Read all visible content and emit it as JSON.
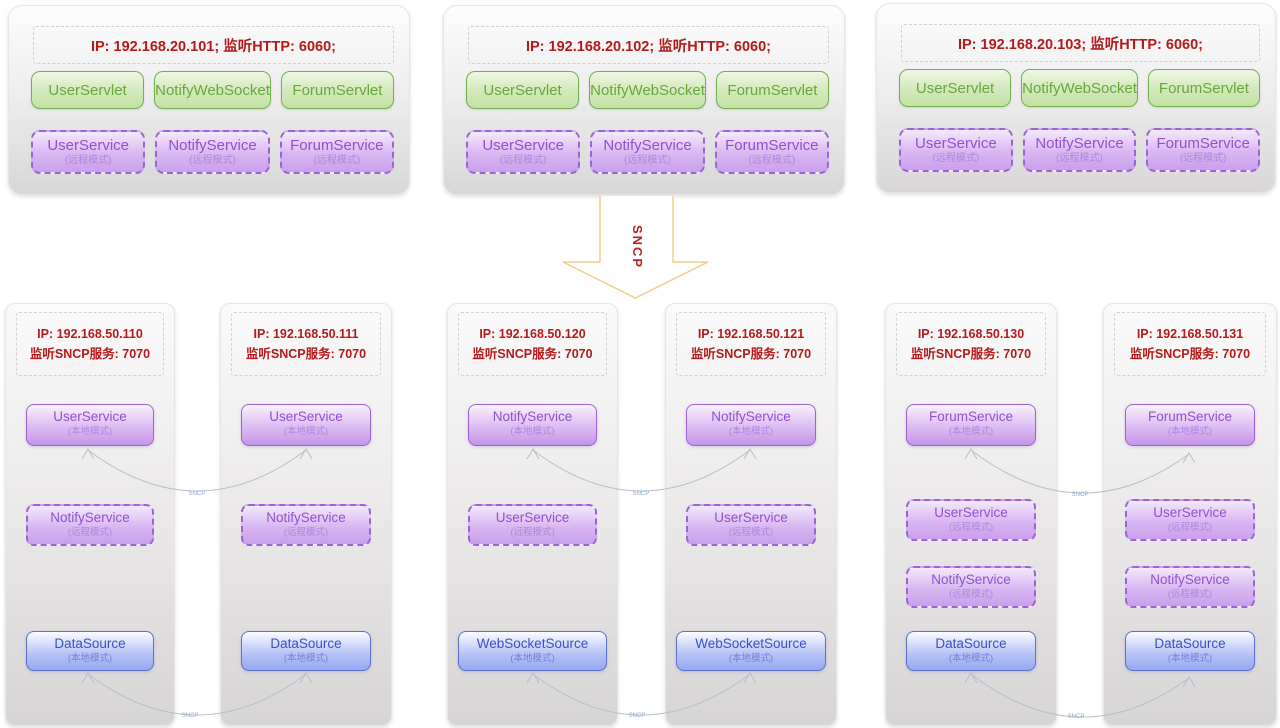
{
  "colors": {
    "header_text_red": "#b41a1a",
    "servlet_green_border": "#74b04e",
    "servlet_green_text": "#69a63e",
    "service_purple_border": "#9c63d3",
    "service_purple_text": "#9150cf",
    "source_blue_border": "#5f6fd3",
    "source_blue_text": "#3a4ecf",
    "arrow_outline_gold": "#f0cd85",
    "arrow_label_red": "#bb2020",
    "connector_gray": "#babec4",
    "connector_label_blue": "#8aa8d8"
  },
  "web_servers": [
    {
      "header": "IP: 192.168.20.101;  监听HTTP: 6060;",
      "servlets": [
        "UserServlet",
        "NotifyWebSocket",
        "ForumServlet"
      ],
      "services": [
        {
          "name": "UserService",
          "mode": "(远程模式)"
        },
        {
          "name": "NotifyService",
          "mode": "(远程模式)"
        },
        {
          "name": "ForumService",
          "mode": "(远程模式)"
        }
      ]
    },
    {
      "header": "IP: 192.168.20.102;  监听HTTP: 6060;",
      "servlets": [
        "UserServlet",
        "NotifyWebSocket",
        "ForumServlet"
      ],
      "services": [
        {
          "name": "UserService",
          "mode": "(远程模式)"
        },
        {
          "name": "NotifyService",
          "mode": "(远程模式)"
        },
        {
          "name": "ForumService",
          "mode": "(远程模式)"
        }
      ]
    },
    {
      "header": "IP: 192.168.20.103;  监听HTTP: 6060;",
      "servlets": [
        "UserServlet",
        "NotifyWebSocket",
        "ForumServlet"
      ],
      "services": [
        {
          "name": "UserService",
          "mode": "(远程模式)"
        },
        {
          "name": "NotifyService",
          "mode": "(远程模式)"
        },
        {
          "name": "ForumService",
          "mode": "(远程模式)"
        }
      ]
    }
  ],
  "sncp_arrow": {
    "label": "SNCP"
  },
  "service_nodes": [
    {
      "ip": "IP: 192.168.50.110",
      "listen": "监听SNCP服务: 7070",
      "items": [
        {
          "name": "UserService",
          "mode": "(本地模式)",
          "style": "local"
        },
        {
          "name": "NotifyService",
          "mode": "(远程模式)",
          "style": "remote"
        },
        {
          "name": "DataSource",
          "mode": "(本地模式)",
          "style": "source"
        }
      ]
    },
    {
      "ip": "IP: 192.168.50.111",
      "listen": "监听SNCP服务: 7070",
      "items": [
        {
          "name": "UserService",
          "mode": "(本地模式)",
          "style": "local"
        },
        {
          "name": "NotifyService",
          "mode": "(远程模式)",
          "style": "remote"
        },
        {
          "name": "DataSource",
          "mode": "(本地模式)",
          "style": "source"
        }
      ]
    },
    {
      "ip": "IP: 192.168.50.120",
      "listen": "监听SNCP服务: 7070",
      "items": [
        {
          "name": "NotifyService",
          "mode": "(本地模式)",
          "style": "local"
        },
        {
          "name": "UserService",
          "mode": "(远程模式)",
          "style": "remote"
        },
        {
          "name": "WebSocketSource",
          "mode": "(本地模式)",
          "style": "source"
        }
      ]
    },
    {
      "ip": "IP: 192.168.50.121",
      "listen": "监听SNCP服务: 7070",
      "items": [
        {
          "name": "NotifyService",
          "mode": "(本地模式)",
          "style": "local"
        },
        {
          "name": "UserService",
          "mode": "(远程模式)",
          "style": "remote"
        },
        {
          "name": "WebSocketSource",
          "mode": "(本地模式)",
          "style": "source"
        }
      ]
    },
    {
      "ip": "IP: 192.168.50.130",
      "listen": "监听SNCP服务: 7070",
      "items": [
        {
          "name": "ForumService",
          "mode": "(本地模式)",
          "style": "local"
        },
        {
          "name": "UserService",
          "mode": "(远程模式)",
          "style": "remote"
        },
        {
          "name": "NotifyService",
          "mode": "(远程模式)",
          "style": "remote"
        },
        {
          "name": "DataSource",
          "mode": "(本地模式)",
          "style": "source"
        }
      ]
    },
    {
      "ip": "IP: 192.168.50.131",
      "listen": "监听SNCP服务: 7070",
      "items": [
        {
          "name": "ForumService",
          "mode": "(本地模式)",
          "style": "local"
        },
        {
          "name": "UserService",
          "mode": "(远程模式)",
          "style": "remote"
        },
        {
          "name": "NotifyService",
          "mode": "(远程模式)",
          "style": "remote"
        },
        {
          "name": "DataSource",
          "mode": "(本地模式)",
          "style": "source"
        }
      ]
    }
  ],
  "connections": [
    {
      "label": "SNCP"
    },
    {
      "label": "SNCP"
    },
    {
      "label": "SNCP"
    },
    {
      "label": "SNCP"
    },
    {
      "label": "SNCP"
    },
    {
      "label": "SNCP"
    }
  ]
}
